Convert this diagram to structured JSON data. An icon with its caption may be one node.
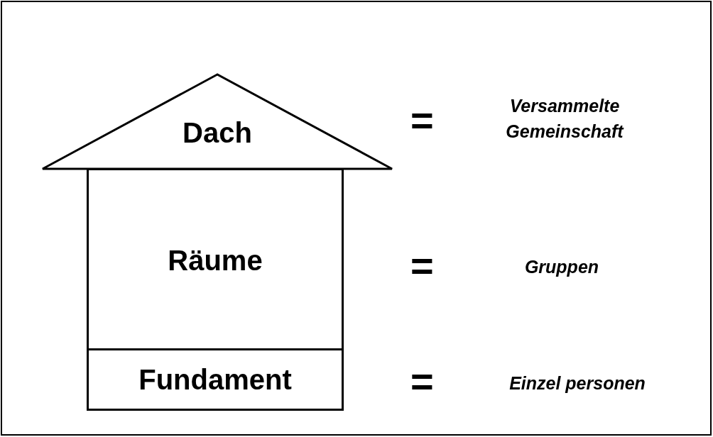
{
  "diagram": {
    "nodes": [
      {
        "text": [
          "Dach"
        ]
      },
      {
        "text": [
          "Räume"
        ]
      },
      {
        "text": [
          "Fundament"
        ]
      }
    ],
    "edges": [],
    "labels": [
      "=",
      "Versammelte Gemeinschaft",
      "=",
      "Gruppen",
      "=",
      "Einzel personen"
    ]
  }
}
